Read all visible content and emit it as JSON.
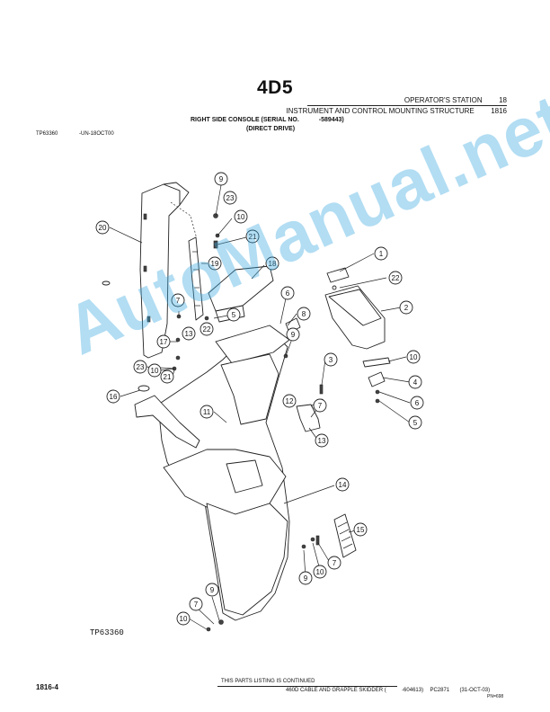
{
  "header": {
    "section_title": "4D5",
    "group_label": "OPERATOR'S STATION",
    "group_number": "18",
    "subgroup_label": "INSTRUMENT AND CONTROL MOUNTING STRUCTURE",
    "subgroup_number": "1816",
    "figure_title_line1": "RIGHT SIDE CONSOLE (SERIAL NO.",
    "figure_serial": "-589443)",
    "figure_title_line2": "(DIRECT DRIVE)",
    "figure_ref": "TP63360",
    "figure_date": "-UN-18OCT00"
  },
  "diagram": {
    "image_code": "TP63360",
    "callouts": [
      "9",
      "23",
      "10",
      "21",
      "20",
      "19",
      "18",
      "1",
      "22",
      "2",
      "7",
      "6",
      "8",
      "5",
      "13",
      "17",
      "22",
      "9",
      "3",
      "23",
      "10",
      "21",
      "10",
      "4",
      "6",
      "16",
      "12",
      "7",
      "5",
      "11",
      "13",
      "14",
      "15",
      "7",
      "10",
      "9",
      "9",
      "7",
      "10"
    ]
  },
  "watermark": "AutoManual.net",
  "footer": {
    "page_number": "1816-4",
    "continued_text": "THIS PARTS LISTING IS CONTINUED",
    "machine_text": "460D CABLE AND GRAPPLE SKIDDER (",
    "serial_range": "-604613)",
    "catalog": "PC2871",
    "date": "(31-OCT-03)",
    "pn": "PN=698"
  }
}
